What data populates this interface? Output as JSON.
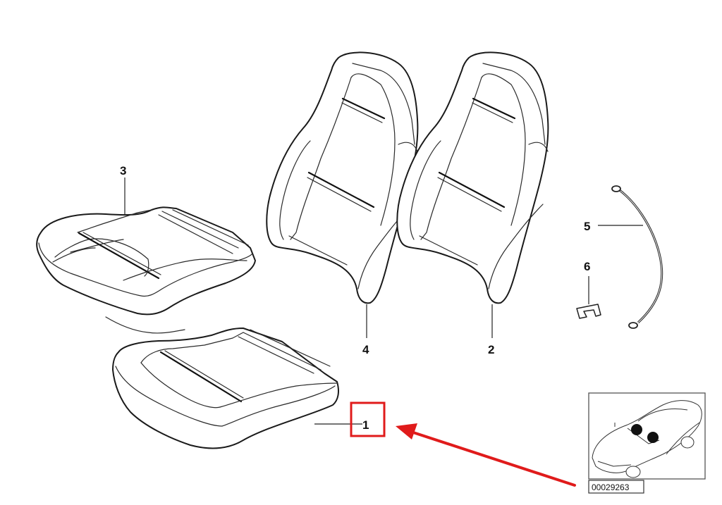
{
  "diagram": {
    "type": "exploded parts diagram",
    "subject": "seat covers (cushion and backrest)",
    "callouts": [
      {
        "id": "1",
        "label": "1",
        "part": "seat cushion cover (lower, highlighted)"
      },
      {
        "id": "2",
        "label": "2",
        "part": "backrest cover (right)"
      },
      {
        "id": "3",
        "label": "3",
        "part": "seat cushion cover (upper)"
      },
      {
        "id": "4",
        "label": "4",
        "part": "backrest cover (left)"
      },
      {
        "id": "5",
        "label": "5",
        "part": "wire / cable"
      },
      {
        "id": "6",
        "label": "6",
        "part": "clip"
      }
    ],
    "highlight": {
      "target": "1",
      "color": "#e01b1b"
    },
    "inset": {
      "reference_number": "00029263",
      "markers": 2
    }
  }
}
